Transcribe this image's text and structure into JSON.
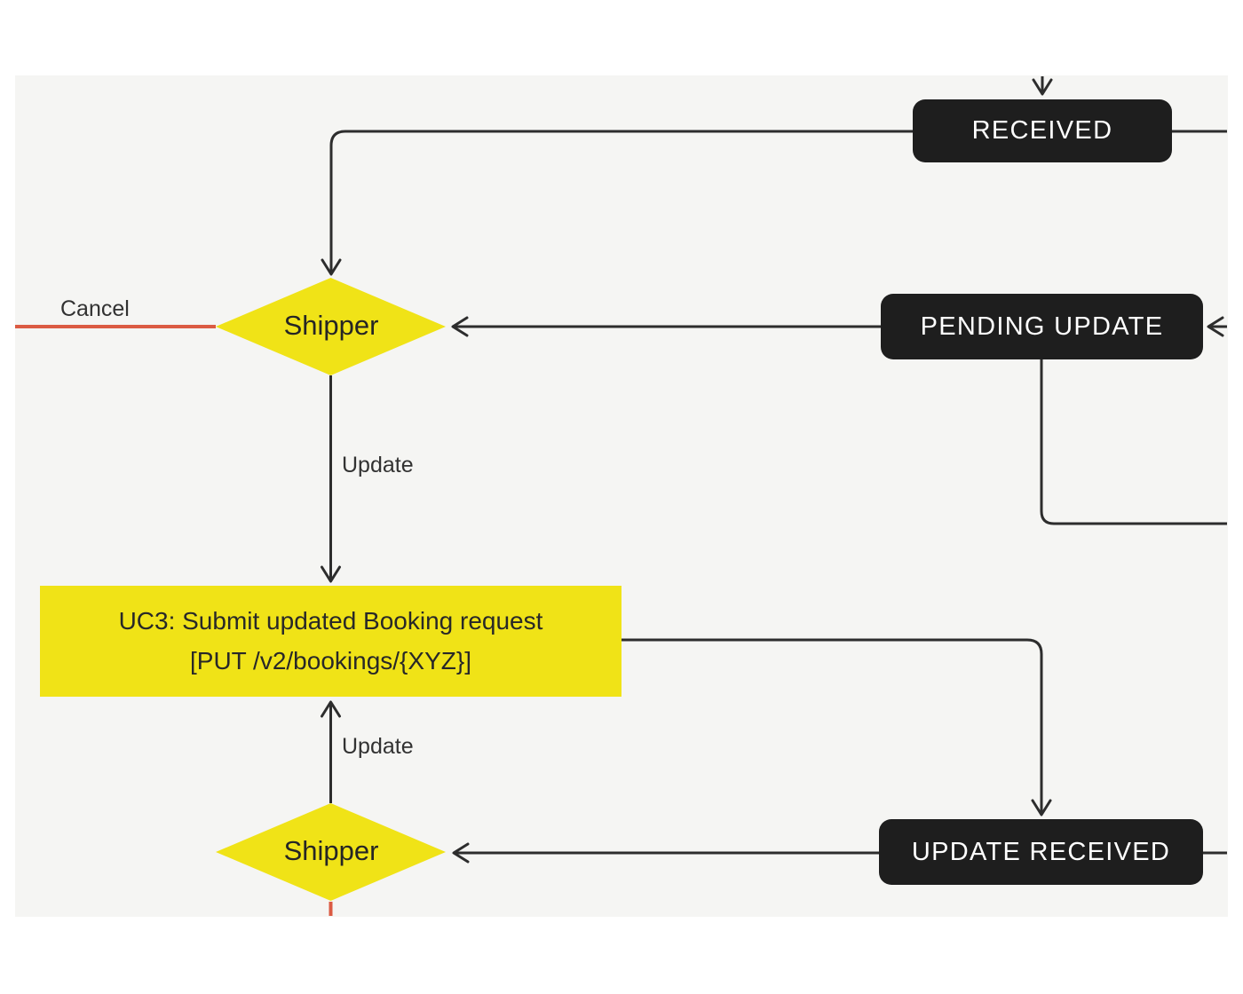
{
  "colors": {
    "background": "#ffffff",
    "panel": "#f5f5f3",
    "node_dark": "#1e1e1e",
    "node_yellow": "#f0e317",
    "edge": "#2d2d2d",
    "cancel_edge": "#db5b43",
    "text_light": "#ffffff",
    "text_dark": "#2a2a2a"
  },
  "nodes": {
    "received": {
      "label": "RECEIVED",
      "type": "state"
    },
    "pending_update": {
      "label": "PENDING UPDATE",
      "type": "state"
    },
    "update_received": {
      "label": "UPDATE RECEIVED",
      "type": "state"
    },
    "shipper_top": {
      "label": "Shipper",
      "type": "decision"
    },
    "shipper_bottom": {
      "label": "Shipper",
      "type": "decision"
    },
    "uc3": {
      "title": "UC3: Submit updated Booking request",
      "subtitle": "[PUT /v2/bookings/{XYZ}]",
      "type": "action"
    }
  },
  "edge_labels": {
    "cancel": "Cancel",
    "update_top": "Update",
    "update_bottom": "Update"
  },
  "edges": [
    {
      "from": "offscreen-top",
      "to": "received",
      "label": ""
    },
    {
      "from": "received",
      "to": "offscreen-right",
      "label": ""
    },
    {
      "from": "received",
      "to": "shipper_top",
      "label": ""
    },
    {
      "from": "offscreen-right",
      "to": "pending_update",
      "label": ""
    },
    {
      "from": "pending_update",
      "to": "shipper_top",
      "label": ""
    },
    {
      "from": "pending_update",
      "to": "offscreen-right",
      "label": ""
    },
    {
      "from": "shipper_top",
      "to": "uc3",
      "label": "Update"
    },
    {
      "from": "shipper_top",
      "to": "offscreen-left",
      "label": "Cancel",
      "color": "cancel"
    },
    {
      "from": "uc3",
      "to": "update_received",
      "label": ""
    },
    {
      "from": "update_received",
      "to": "shipper_bottom",
      "label": ""
    },
    {
      "from": "update_received",
      "to": "offscreen-right",
      "label": ""
    },
    {
      "from": "shipper_bottom",
      "to": "uc3",
      "label": "Update"
    },
    {
      "from": "shipper_bottom",
      "to": "offscreen-bottom",
      "label": "",
      "color": "cancel"
    }
  ]
}
